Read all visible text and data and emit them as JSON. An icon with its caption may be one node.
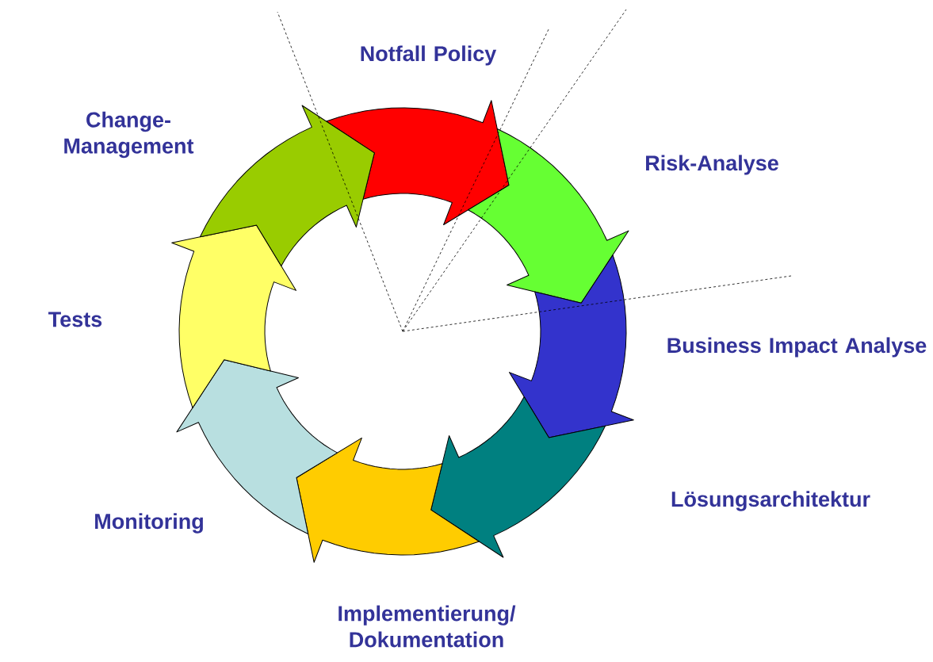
{
  "diagram": {
    "nodes": [
      {
        "text": [],
        "shape": "arrow",
        "beside": [
          "Notfall Policy"
        ]
      },
      {
        "text": [],
        "shape": "arrow",
        "beside": [
          "Risk-Analyse"
        ]
      },
      {
        "text": [],
        "shape": "arrow",
        "beside": [
          "Business Impact Analyse"
        ]
      },
      {
        "text": [],
        "shape": "arrow",
        "beside": [
          "Lösungsarchitektur"
        ]
      },
      {
        "text": [],
        "shape": "arrow",
        "beside": [
          "Implementierung/ Dokumentation"
        ]
      },
      {
        "text": [],
        "shape": "arrow",
        "beside": [
          "Monitoring"
        ]
      },
      {
        "text": [],
        "shape": "arrow",
        "beside": [
          "Tests"
        ]
      },
      {
        "text": [],
        "shape": "arrow",
        "beside": [
          "Change- Management"
        ]
      }
    ]
  }
}
